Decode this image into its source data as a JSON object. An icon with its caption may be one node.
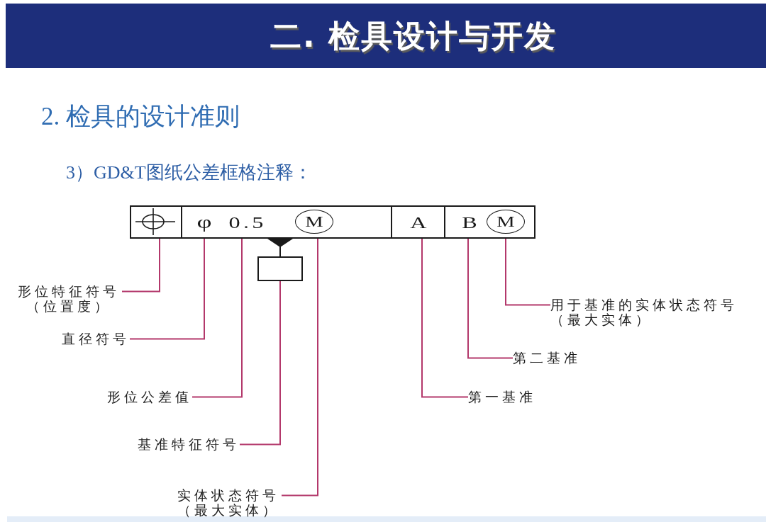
{
  "diagram": {
    "title": "二. 检具设计与开发",
    "nodes": [
      {
        "text": [],
        "shape": "box"
      },
      {
        "text": [],
        "shape": "box",
        "in": 0
      },
      {
        "text": [
          "φ",
          "0.5"
        ],
        "in": 0
      },
      {
        "text": [
          "M"
        ],
        "in": 2
      },
      {
        "text": [
          "A"
        ],
        "in": 0
      },
      {
        "text": [
          "B"
        ],
        "in": 0
      },
      {
        "text": [
          "M"
        ],
        "in": 5
      },
      {
        "text": [],
        "shape": "box"
      },
      {
        "text": [
          "形位特征符号（位置度）"
        ]
      },
      {
        "text": [
          "用于基准的实体状态符号（最大实体）"
        ]
      },
      {
        "text": [
          "直径符号"
        ]
      },
      {
        "text": [
          "第二基准"
        ]
      },
      {
        "text": [
          "形位公差值"
        ]
      },
      {
        "text": [
          "第一基准"
        ]
      },
      {
        "text": [
          "基准特征符号"
        ]
      },
      {
        "text": [
          "实体状态符号（最大实体）"
        ]
      }
    ],
    "edges": [
      {
        "from": 7,
        "to": 2,
        "arrow": "other",
        "color": "#1a1a1a"
      },
      {
        "from": 8,
        "to": 1,
        "arrow": "none"
      },
      {
        "from": 9,
        "to": 5,
        "arrow": "none"
      },
      {
        "from": 10,
        "to": 2,
        "arrow": "none"
      },
      {
        "from": 11,
        "to": 5,
        "arrow": "none"
      },
      {
        "from": 12,
        "to": 2,
        "arrow": "none"
      },
      {
        "from": 13,
        "to": 4,
        "arrow": "none"
      },
      {
        "from": 14,
        "to": 7,
        "arrow": "none"
      },
      {
        "from": 15,
        "to": 2,
        "arrow": "none"
      }
    ],
    "labels": [
      "2. 检具的设计准则",
      "3）GD&T图纸公差框格注释："
    ]
  }
}
